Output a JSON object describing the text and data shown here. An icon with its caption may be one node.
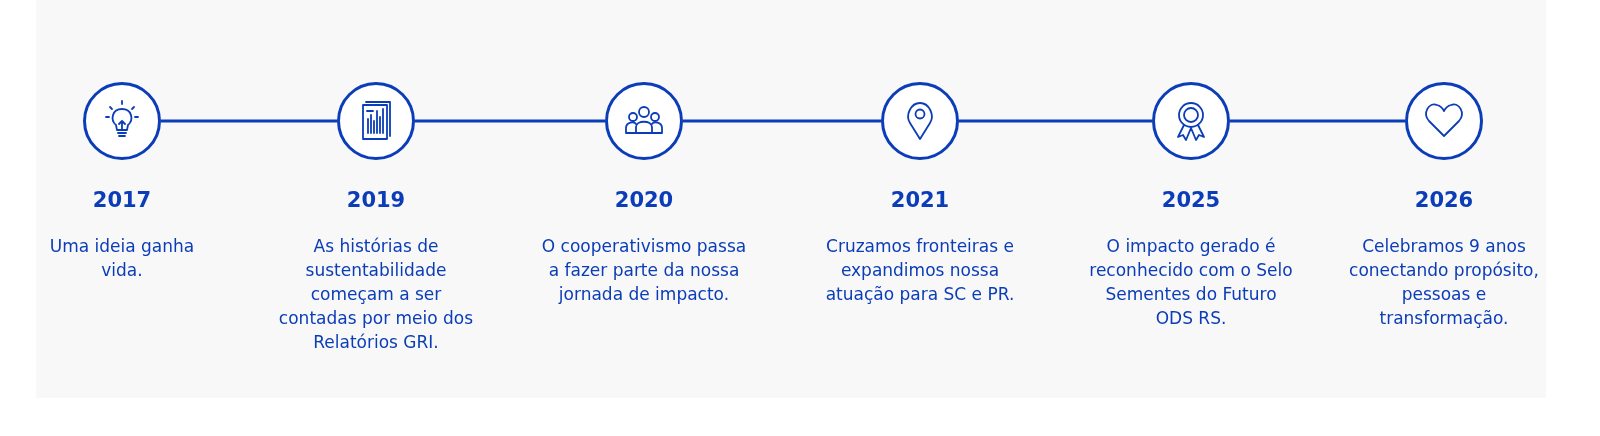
{
  "diagram": {
    "nodes": [
      {
        "text": [],
        "shape": "circle",
        "beside": [
          "2017",
          "Uma ideia ganha vida."
        ]
      },
      {
        "text": [],
        "shape": "circle",
        "beside": [
          "2019",
          "As histórias de sustentabilidade começam a ser contadas por meio dos Relatórios GRI."
        ]
      },
      {
        "text": [],
        "shape": "circle",
        "beside": [
          "2020",
          "O cooperativismo passa a fazer parte da nossa jornada de impacto."
        ]
      },
      {
        "text": [],
        "shape": "circle",
        "beside": [
          "2021",
          "Cruzamos fronteiras e expandimos nossa atuação para SC e PR."
        ]
      },
      {
        "text": [],
        "shape": "circle",
        "beside": [
          "2025",
          "O impacto gerado é reconhecido com o Selo Sementes do Futuro ODS RS."
        ]
      },
      {
        "text": [],
        "shape": "circle",
        "beside": [
          "2026",
          "Celebramos 9 anos conectando propósito, pessoas e transformação."
        ]
      }
    ],
    "edges": [
      {
        "from": 0,
        "to": 1,
        "arrow": "none"
      },
      {
        "from": 1,
        "to": 2,
        "arrow": "none"
      },
      {
        "from": 2,
        "to": 3,
        "arrow": "none"
      },
      {
        "from": 3,
        "to": 4,
        "arrow": "none"
      },
      {
        "from": 4,
        "to": 5,
        "arrow": "none"
      }
    ]
  }
}
